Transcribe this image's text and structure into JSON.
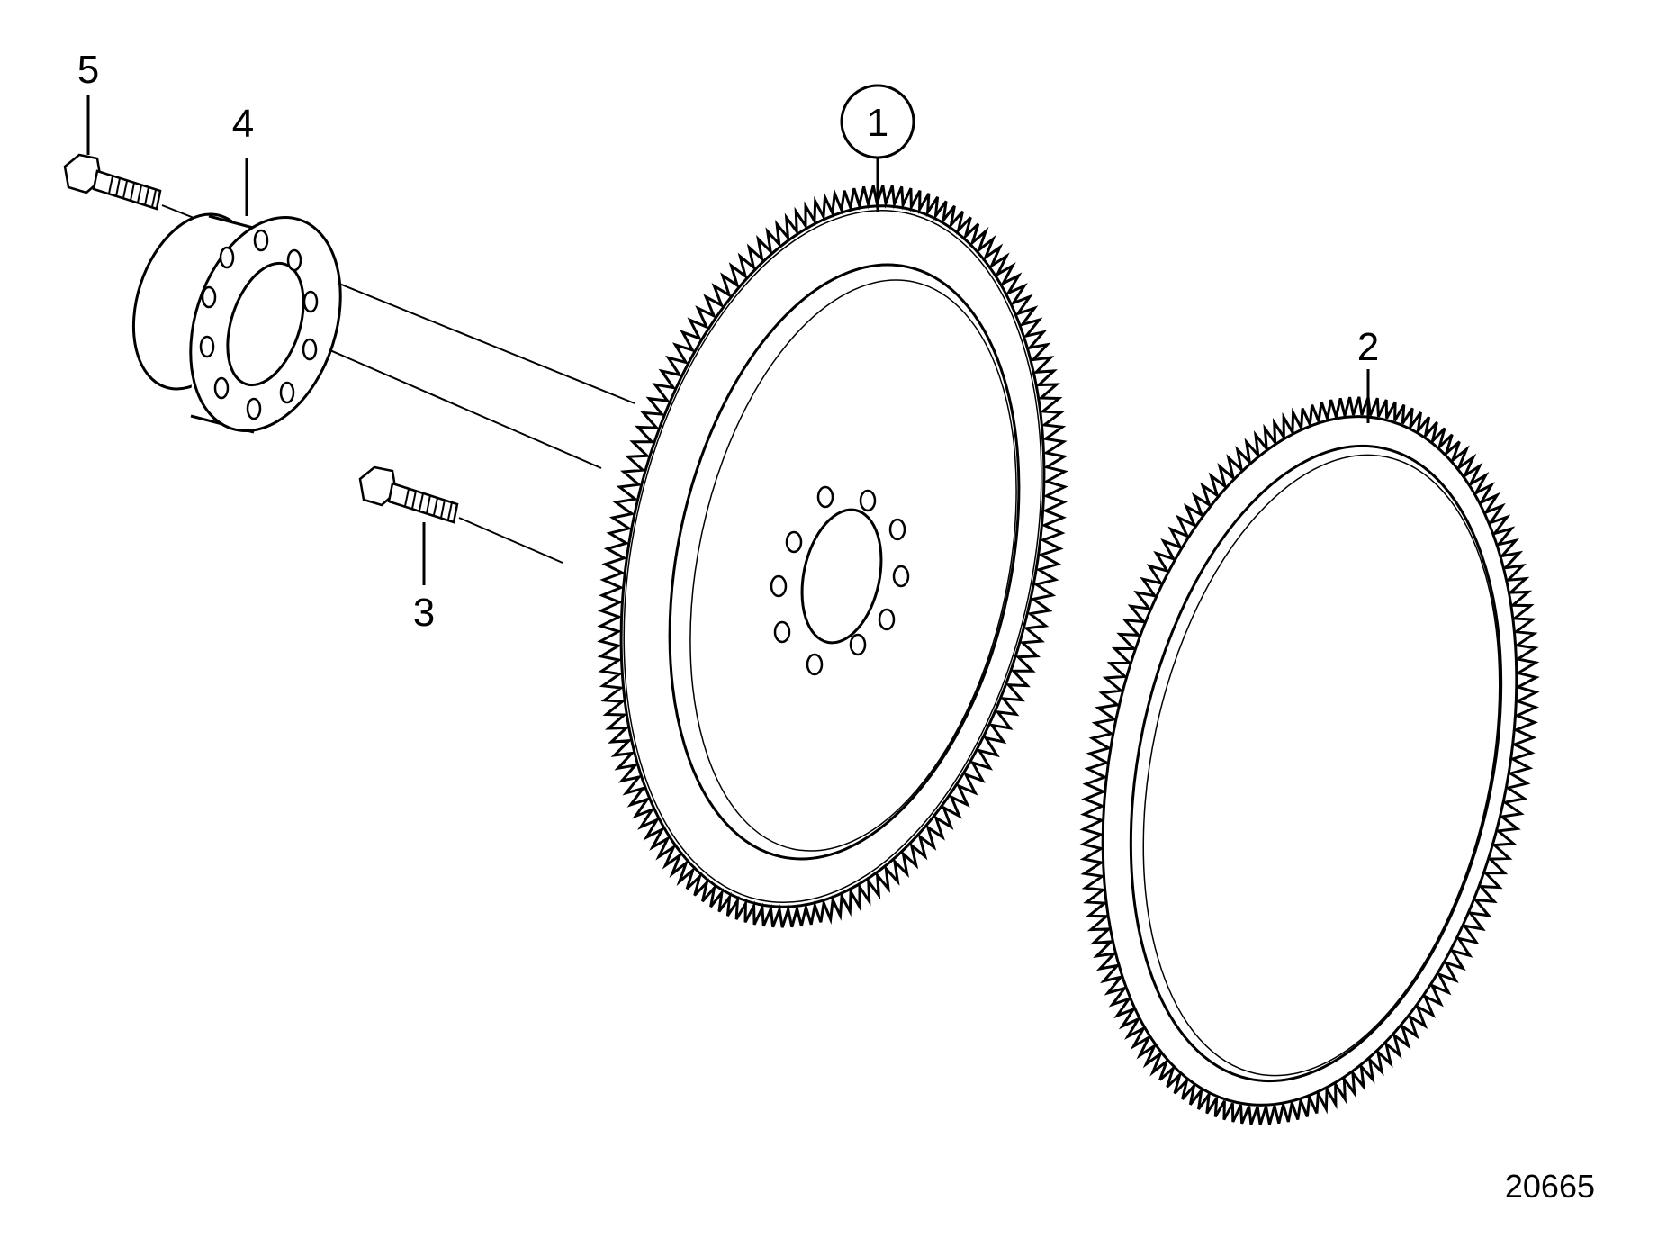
{
  "figure": {
    "number": "20665"
  },
  "callouts": [
    {
      "id": "1",
      "label": "1",
      "circled": true
    },
    {
      "id": "2",
      "label": "2",
      "circled": false
    },
    {
      "id": "3",
      "label": "3",
      "circled": false
    },
    {
      "id": "4",
      "label": "4",
      "circled": false
    },
    {
      "id": "5",
      "label": "5",
      "circled": false
    }
  ],
  "parts": [
    {
      "callout": "1",
      "icon": "flywheel-icon"
    },
    {
      "callout": "2",
      "icon": "ring-gear-icon"
    },
    {
      "callout": "3",
      "icon": "bolt-icon"
    },
    {
      "callout": "4",
      "icon": "hub-flange-icon"
    },
    {
      "callout": "5",
      "icon": "bolt-icon"
    }
  ],
  "colors": {
    "line": "#000000",
    "background": "#ffffff"
  }
}
